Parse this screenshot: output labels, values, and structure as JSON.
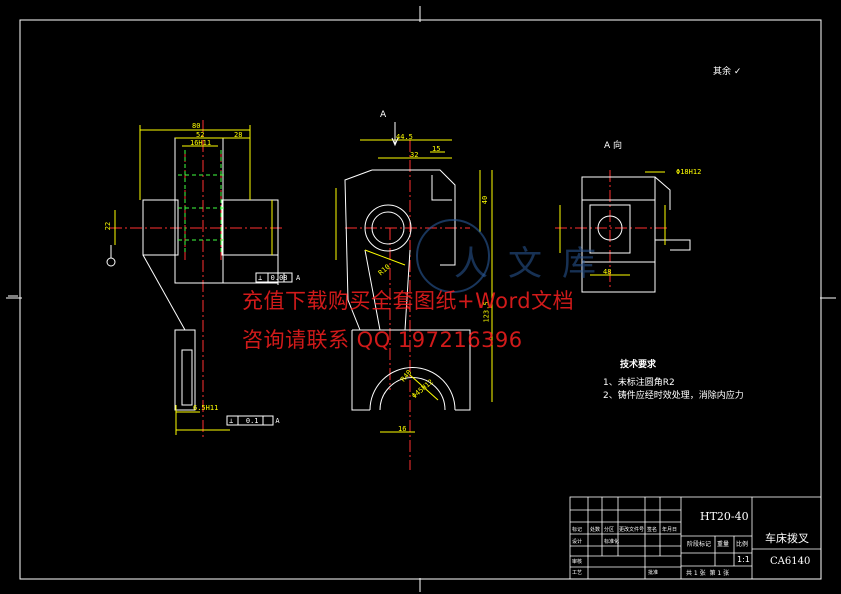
{
  "notes": {
    "roughness": "其余",
    "tech_title": "技术要求",
    "items": [
      "1、未标注圆角R2",
      "2、铸件应经时效处理，消除内应力"
    ]
  },
  "view_labels": {
    "arrow_a": "A",
    "a_view": "A 向"
  },
  "dimensions": {
    "front_top": "80",
    "front_sub_left": "52",
    "front_sub_right": "28",
    "bore": "16H11",
    "width_small": "22",
    "tol_frame_1": [
      "⊥",
      "0.08",
      "A"
    ],
    "tol_frame_2": [
      "⊥",
      "0.1",
      "A"
    ],
    "lower_bore": "6.5H11",
    "mid_top": "44.5",
    "mid_sub": "32",
    "mid_small": "15",
    "mid_right_1": "40",
    "mid_right_2": "123.5",
    "mid_bottom": "16",
    "radius_big": "R40",
    "radius_small": "R10",
    "bore_big": "Φ45H12",
    "side_dim": "Φ18H12",
    "side_bottom": "48"
  },
  "watermark": {
    "line1": "充值下载购买全套图纸+Word文档",
    "line2": "咨询请联系 QQ 197216396",
    "logo": "人文库"
  },
  "title_block": {
    "material": "HT20-40",
    "part_name": "车床拨叉",
    "model": "CA6140",
    "scale": "1:1",
    "stage": "阶段标记",
    "weight": "重量",
    "scale_label": "比例",
    "sheets_total": "共",
    "sheet_unit": "张",
    "sheet_no": "第",
    "sheet_unit2": "张",
    "row_labels": [
      "标记",
      "设计",
      "审核",
      "工艺"
    ],
    "col_labels": [
      "处数",
      "分区",
      "更改文件号",
      "签名",
      "年月日"
    ],
    "standardized": "标准化",
    "approve": "批准"
  }
}
